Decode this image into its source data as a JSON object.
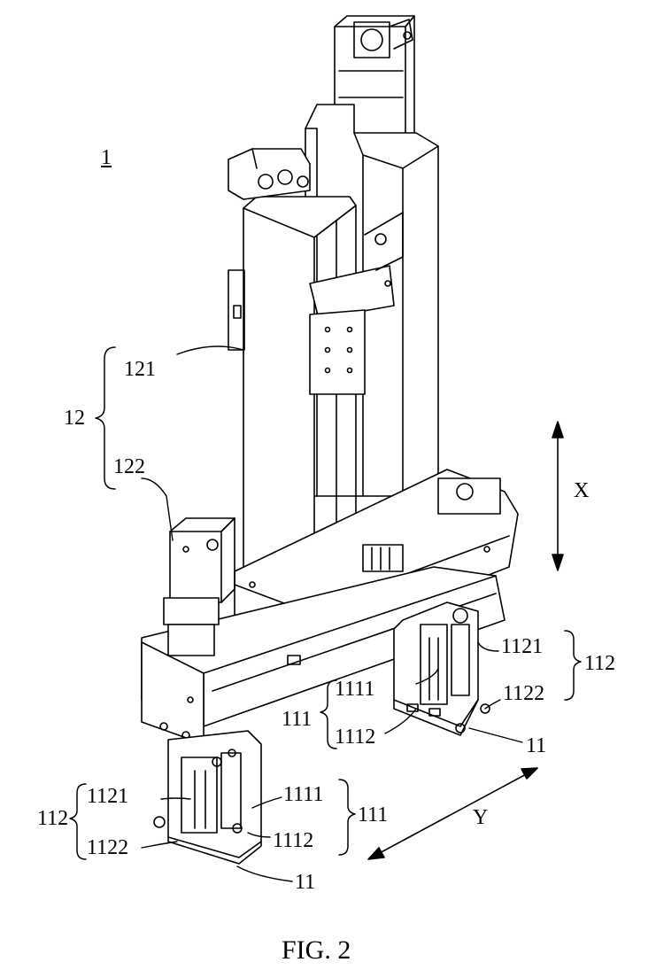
{
  "figure": {
    "caption": "FIG. 2",
    "colors": {
      "ink": "#000000",
      "paper": "#ffffff"
    },
    "labels": {
      "assembly": "1",
      "group_12": "12",
      "part_121": "121",
      "part_122": "122",
      "axis_x": "X",
      "axis_y": "Y",
      "right_111": "111",
      "right_1111": "1111",
      "right_1112": "1112",
      "right_1121": "1121",
      "right_1122": "1122",
      "right_112": "112",
      "right_11": "11",
      "left_112": "112",
      "left_1121": "1121",
      "left_1122": "1122",
      "left_1111": "1111",
      "left_1112": "1112",
      "left_111": "111",
      "left_11": "11"
    }
  }
}
